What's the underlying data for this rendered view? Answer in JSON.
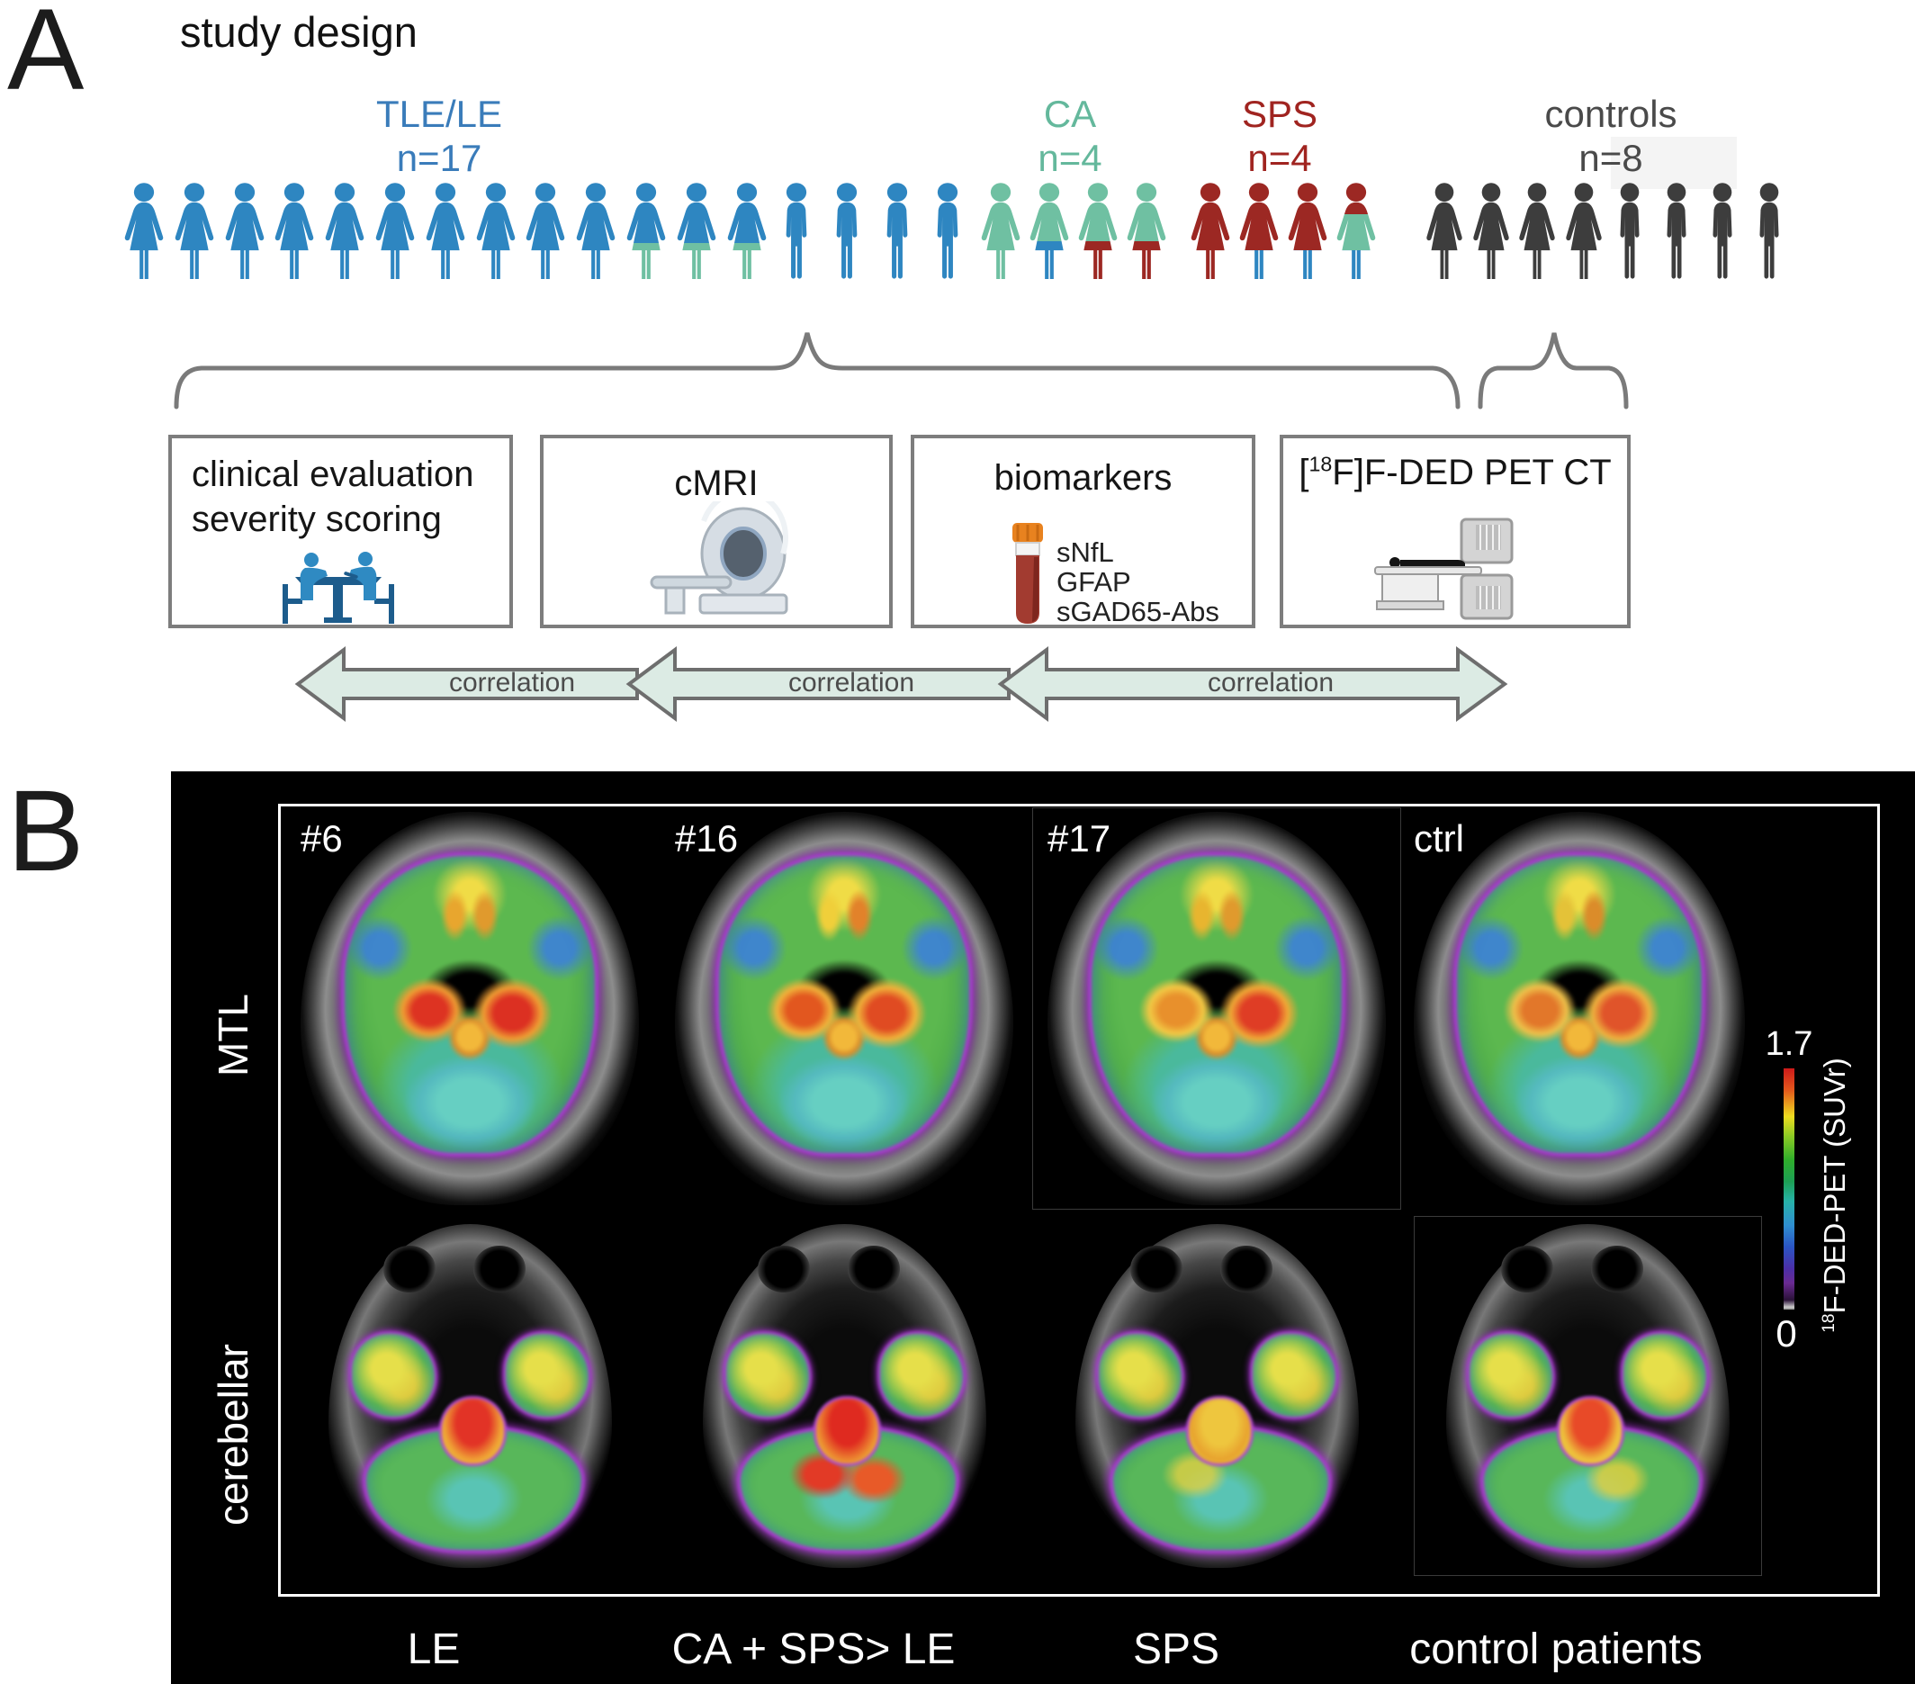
{
  "panel_a": {
    "label": "A",
    "title": "study design",
    "groups": [
      {
        "label": "TLE/LE",
        "n": "n=17",
        "color": "#3a7cba",
        "persons": [
          {
            "sex": "f",
            "bands": [
              [
                "#2e86c1",
                1
              ]
            ]
          },
          {
            "sex": "f",
            "bands": [
              [
                "#2e86c1",
                1
              ]
            ]
          },
          {
            "sex": "f",
            "bands": [
              [
                "#2e86c1",
                1
              ]
            ]
          },
          {
            "sex": "f",
            "bands": [
              [
                "#2e86c1",
                1
              ]
            ]
          },
          {
            "sex": "f",
            "bands": [
              [
                "#2e86c1",
                1
              ]
            ]
          },
          {
            "sex": "f",
            "bands": [
              [
                "#2e86c1",
                1
              ]
            ]
          },
          {
            "sex": "f",
            "bands": [
              [
                "#2e86c1",
                1
              ]
            ]
          },
          {
            "sex": "f",
            "bands": [
              [
                "#2e86c1",
                1
              ]
            ]
          },
          {
            "sex": "f",
            "bands": [
              [
                "#2e86c1",
                1
              ]
            ]
          },
          {
            "sex": "f",
            "bands": [
              [
                "#2e86c1",
                1
              ]
            ]
          },
          {
            "sex": "f",
            "bands": [
              [
                "#2e86c1",
                0.6
              ],
              [
                "#6fc0a2",
                1
              ]
            ]
          },
          {
            "sex": "f",
            "bands": [
              [
                "#2e86c1",
                0.6
              ],
              [
                "#6fc0a2",
                1
              ]
            ]
          },
          {
            "sex": "f",
            "bands": [
              [
                "#2e86c1",
                0.6
              ],
              [
                "#6fc0a2",
                1
              ]
            ]
          },
          {
            "sex": "m",
            "bands": [
              [
                "#2e86c1",
                1
              ]
            ]
          },
          {
            "sex": "m",
            "bands": [
              [
                "#2e86c1",
                1
              ]
            ]
          },
          {
            "sex": "m",
            "bands": [
              [
                "#2e86c1",
                1
              ]
            ]
          },
          {
            "sex": "m",
            "bands": [
              [
                "#2e86c1",
                1
              ]
            ]
          }
        ]
      },
      {
        "label": "CA",
        "n": "n=4",
        "color": "#64b89c",
        "persons": [
          {
            "sex": "f",
            "bands": [
              [
                "#6fc0a2",
                1
              ]
            ]
          },
          {
            "sex": "f",
            "bands": [
              [
                "#6fc0a2",
                0.58
              ],
              [
                "#2e86c1",
                1
              ]
            ]
          },
          {
            "sex": "f",
            "bands": [
              [
                "#6fc0a2",
                0.58
              ],
              [
                "#9c2823",
                1
              ]
            ]
          },
          {
            "sex": "f",
            "bands": [
              [
                "#6fc0a2",
                0.58
              ],
              [
                "#9c2823",
                1
              ]
            ]
          }
        ]
      },
      {
        "label": "SPS",
        "n": "n=4",
        "color": "#a02420",
        "persons": [
          {
            "sex": "f",
            "bands": [
              [
                "#9c2823",
                1
              ]
            ]
          },
          {
            "sex": "f",
            "bands": [
              [
                "#9c2823",
                0.67
              ],
              [
                "#2e86c1",
                1
              ]
            ]
          },
          {
            "sex": "f",
            "bands": [
              [
                "#9c2823",
                0.67
              ],
              [
                "#2e86c1",
                1
              ]
            ]
          },
          {
            "sex": "f",
            "bands": [
              [
                "#9c2823",
                0.32
              ],
              [
                "#6fc0a2",
                0.67
              ],
              [
                "#2e86c1",
                1
              ]
            ]
          }
        ]
      },
      {
        "label": "controls",
        "n": "n=8",
        "color": "#4a4a4a",
        "persons": [
          {
            "sex": "f",
            "bands": [
              [
                "#3d3d3d",
                1
              ]
            ]
          },
          {
            "sex": "f",
            "bands": [
              [
                "#3d3d3d",
                1
              ]
            ]
          },
          {
            "sex": "f",
            "bands": [
              [
                "#3d3d3d",
                1
              ]
            ]
          },
          {
            "sex": "f",
            "bands": [
              [
                "#3d3d3d",
                1
              ]
            ]
          },
          {
            "sex": "m",
            "bands": [
              [
                "#3d3d3d",
                1
              ]
            ]
          },
          {
            "sex": "m",
            "bands": [
              [
                "#3d3d3d",
                1
              ]
            ]
          },
          {
            "sex": "m",
            "bands": [
              [
                "#3d3d3d",
                1
              ]
            ]
          },
          {
            "sex": "m",
            "bands": [
              [
                "#3d3d3d",
                1
              ]
            ]
          }
        ]
      }
    ],
    "boxes": [
      {
        "line1": "clinical evaluation",
        "line2": "severity scoring",
        "icon": "interview-icon"
      },
      {
        "line1": "cMRI",
        "icon": "mri-scanner-icon"
      },
      {
        "line1": "biomarkers",
        "icon": "blood-tube-icon",
        "items": [
          "sNfL",
          "GFAP",
          "sGAD65-Abs"
        ]
      },
      {
        "prefix": "[",
        "sup": "18",
        "rest": "F]F-DED PET CT",
        "icon": "pet-ct-scanner-icon"
      }
    ],
    "arrow_labels": [
      "correlation",
      "correlation",
      "correlation"
    ],
    "accent_colors": {
      "blue": "#2e86c1",
      "teal": "#6fc0a2",
      "red": "#9c2823",
      "gray": "#3d3d3d",
      "arrow_fill": "#dcebe4"
    }
  },
  "panel_b": {
    "label": "B",
    "row_labels": [
      "MTL",
      "cerebellar"
    ],
    "scan_ids": [
      "#6",
      "#16",
      "#17",
      "ctrl"
    ],
    "group_labels": [
      "LE",
      "CA + SPS> LE",
      "SPS",
      "control patients"
    ],
    "colorbar": {
      "max": "1.7",
      "min": "0",
      "sup": "18",
      "label": "F-DED-PET (SUVr)"
    }
  }
}
